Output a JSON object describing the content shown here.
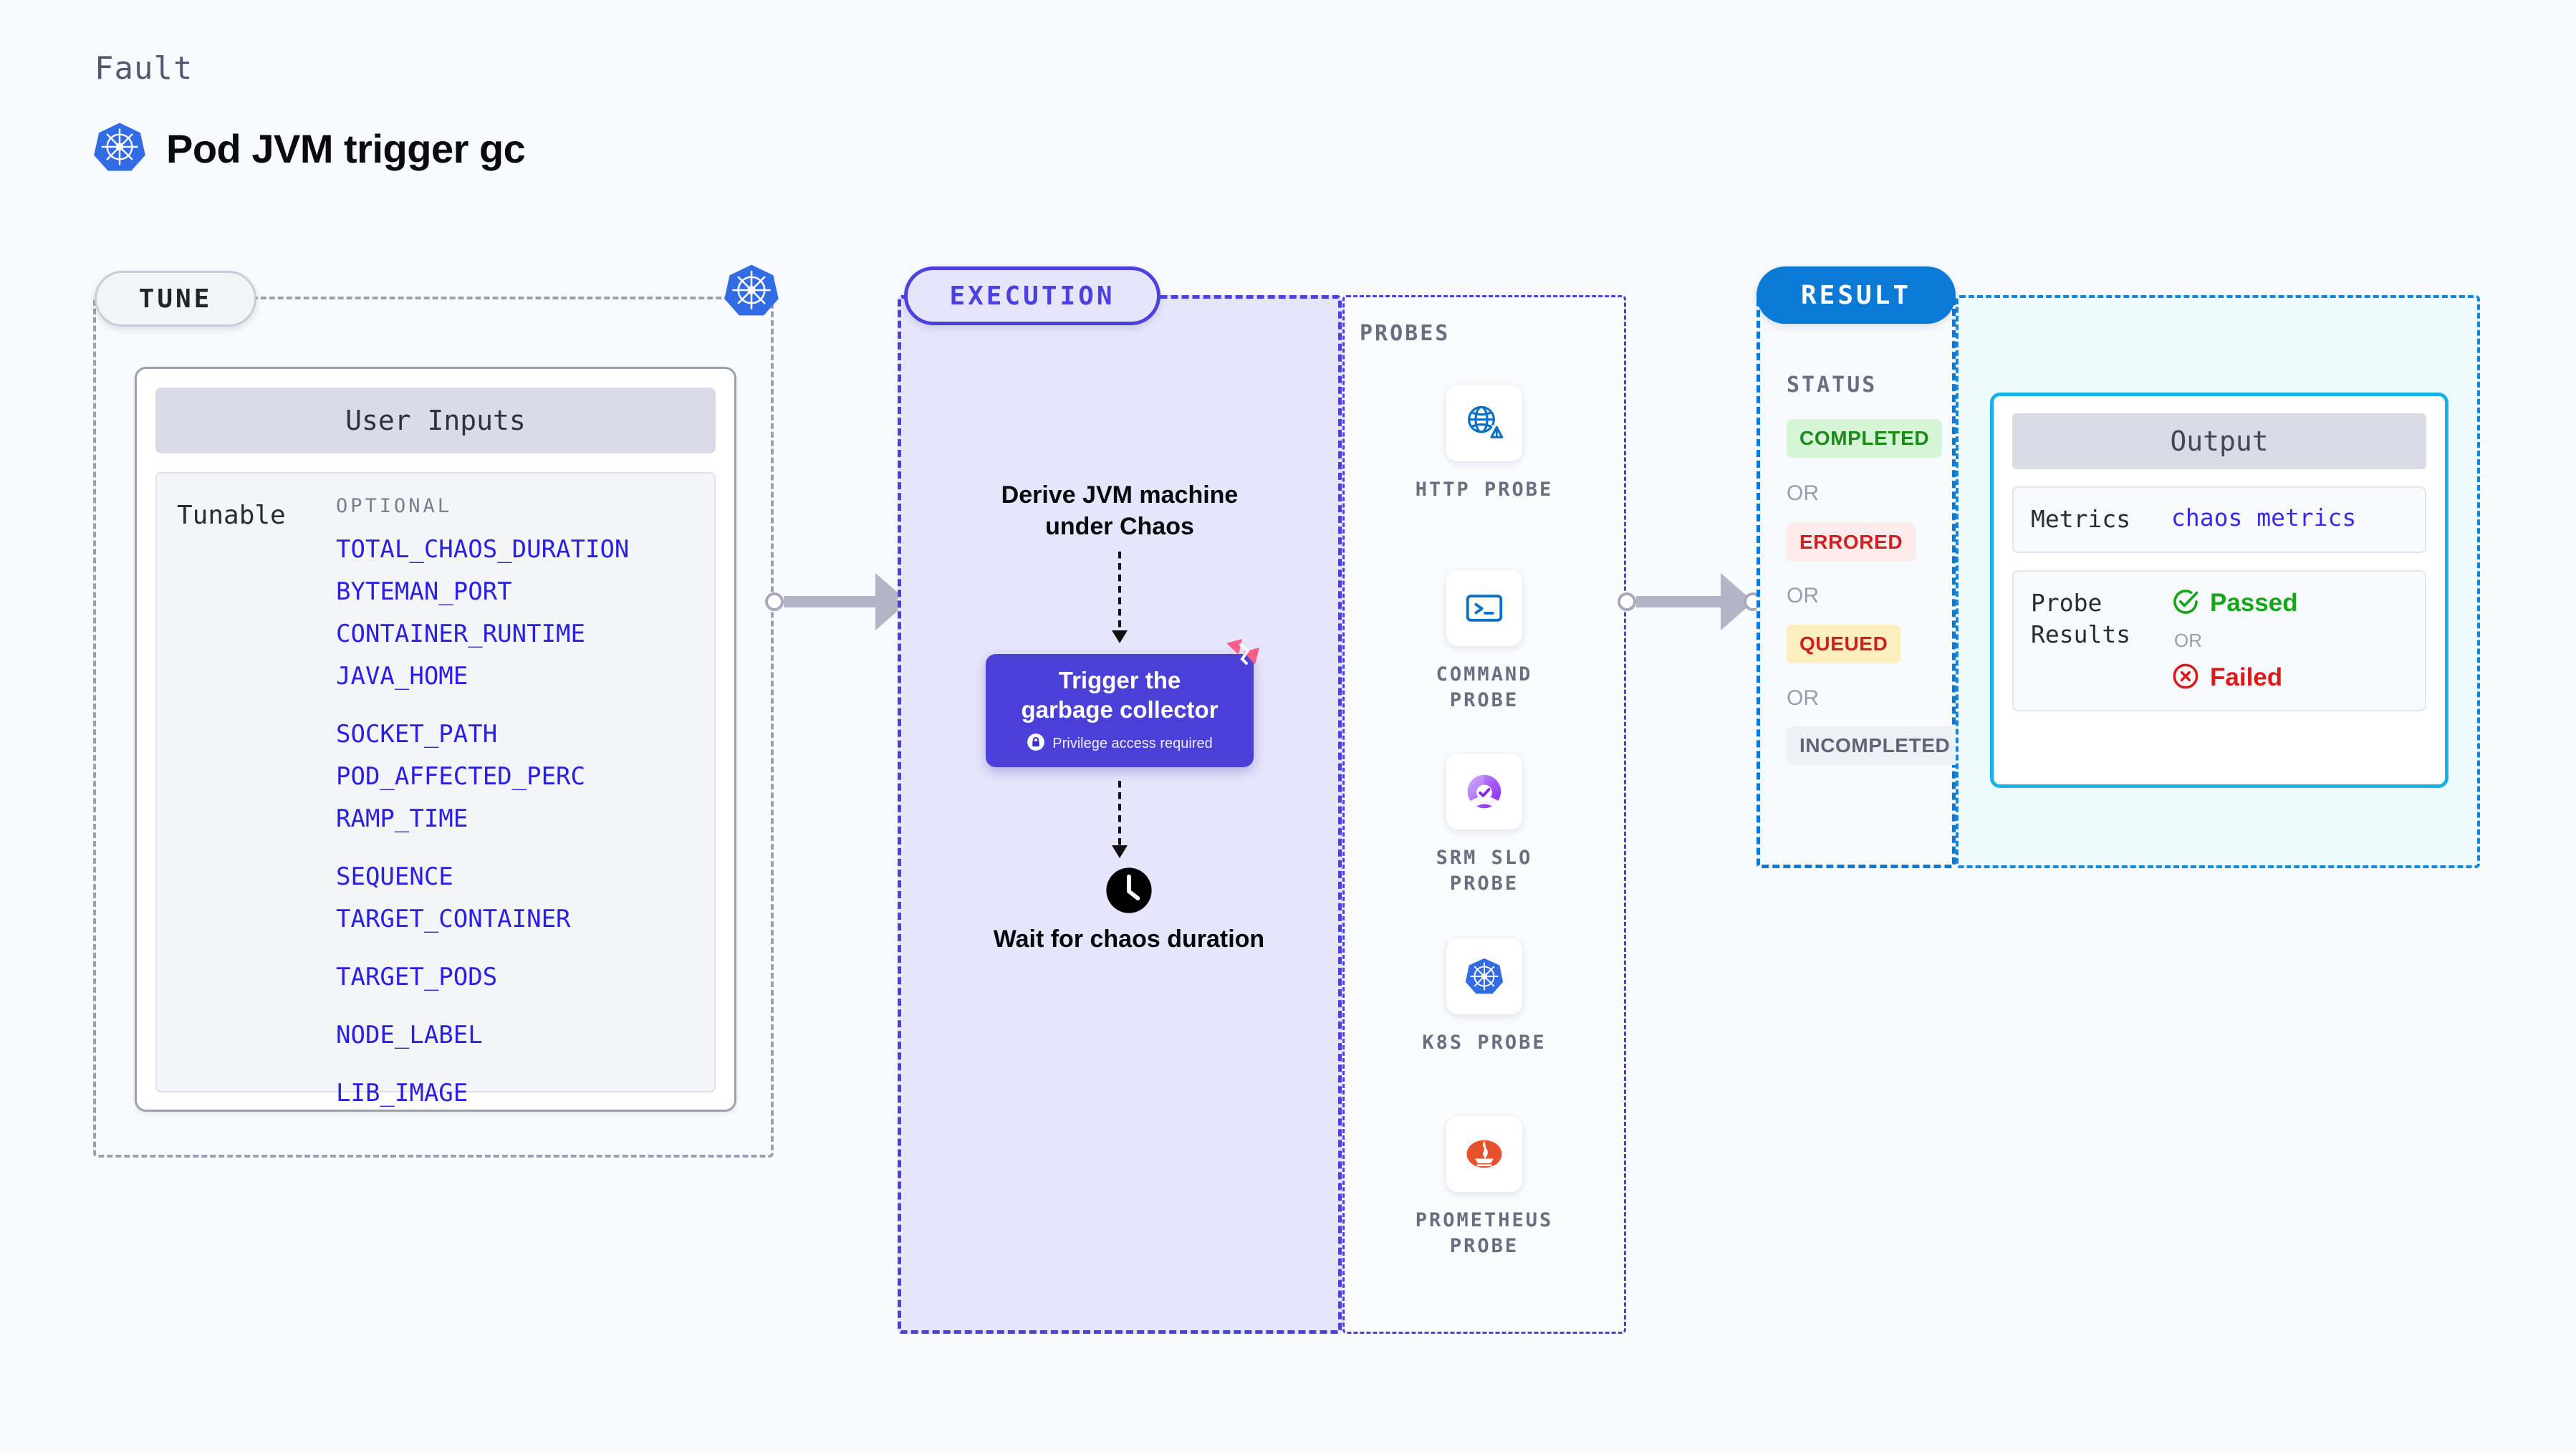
{
  "header": {
    "eyebrow": "Fault",
    "title": "Pod JVM trigger gc",
    "icon": "kubernetes-icon"
  },
  "stages": {
    "tune": {
      "pill_label": "TUNE",
      "badge_icon": "kubernetes-icon"
    },
    "execution": {
      "pill_label": "EXECUTION"
    },
    "probes": {
      "caption": "PROBES"
    },
    "result": {
      "pill_label": "RESULT",
      "status_caption": "STATUS"
    }
  },
  "user_inputs": {
    "card_title": "User Inputs",
    "row_label": "Tunable",
    "optional_label": "OPTIONAL",
    "tunables": [
      "TOTAL_CHAOS_DURATION",
      "BYTEMAN_PORT",
      "CONTAINER_RUNTIME",
      "JAVA_HOME",
      "SOCKET_PATH",
      "POD_AFFECTED_PERC",
      "RAMP_TIME",
      "SEQUENCE",
      "TARGET_CONTAINER",
      "TARGET_PODS",
      "NODE_LABEL",
      "LIB_IMAGE"
    ]
  },
  "execution": {
    "step1_text": "Derive JVM machine under Chaos",
    "action": {
      "title": "Trigger the garbage collector",
      "privilege_note": "Privilege access required",
      "lock_icon": "lock-icon",
      "brand_icon": "harness-icon"
    },
    "step3_text": "Wait for chaos duration",
    "step3_icon": "clock-icon"
  },
  "probes": [
    {
      "label": "HTTP PROBE",
      "icon": "globe-warning-icon"
    },
    {
      "label": "COMMAND PROBE",
      "icon": "terminal-icon"
    },
    {
      "label": "SRM SLO PROBE",
      "icon": "srm-slo-icon"
    },
    {
      "label": "K8S PROBE",
      "icon": "kubernetes-icon"
    },
    {
      "label": "PROMETHEUS PROBE",
      "icon": "prometheus-icon"
    }
  ],
  "result": {
    "statuses": [
      {
        "label": "COMPLETED",
        "bg": "#d6f5d6",
        "fg": "#1b8a1b"
      },
      {
        "label": "ERRORED",
        "bg": "#fdeaea",
        "fg": "#cf1f20"
      },
      {
        "label": "QUEUED",
        "bg": "#fdeec0",
        "fg": "#cf1f20"
      },
      {
        "label": "INCOMPLETED",
        "bg": "#eff0f6",
        "fg": "#616479"
      }
    ],
    "or_label": "OR"
  },
  "output": {
    "card_title": "Output",
    "metrics_key": "Metrics",
    "metrics_value": "chaos metrics",
    "probe_results_key": "Probe Results",
    "passed_label": "Passed",
    "failed_label": "Failed",
    "or_label": "OR",
    "passed_icon": "check-circle-icon",
    "failed_icon": "x-circle-icon"
  },
  "colors": {
    "brand_purple": "#4b42dd",
    "brand_blue": "#0b7ad6",
    "cyan": "#19b2e8",
    "tunable_text": "#2a21e0",
    "pass_green": "#17a61b",
    "fail_red": "#d91a1a"
  }
}
